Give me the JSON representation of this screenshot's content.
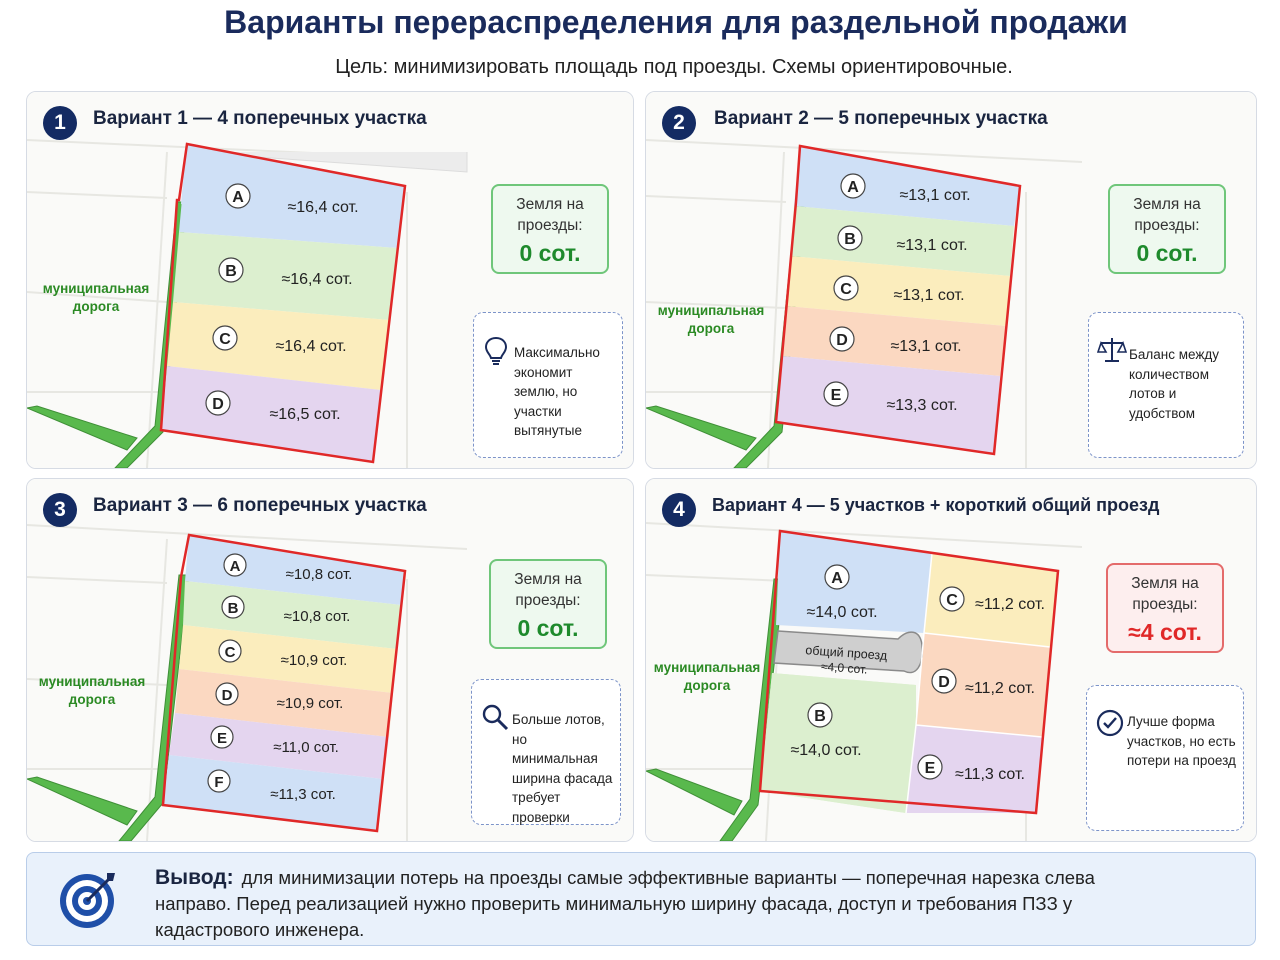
{
  "header": {
    "title": "Варианты перераспределения для раздельной продажи",
    "subtitle": "Цель: минимизировать площадь под проезды. Схемы ориентировочные."
  },
  "colors": {
    "navy": "#142b63",
    "plot_blue": "#cfe0f6",
    "plot_green": "#dcefcf",
    "plot_yellow": "#fbedbd",
    "plot_orange": "#fbd8c1",
    "plot_purple": "#e4d5ef",
    "boundary_red": "#e02828",
    "road_green": "#59b94d",
    "stat_green": "#1e8a2c",
    "stat_red": "#e02828"
  },
  "road_label": "муниципальная дорога",
  "variants": [
    {
      "number": "1",
      "title": "Вариант 1 — 4 поперечных участка",
      "plots": [
        {
          "letter": "A",
          "area": "≈16,4 сот."
        },
        {
          "letter": "B",
          "area": "≈16,4 сот."
        },
        {
          "letter": "C",
          "area": "≈16,4 сот."
        },
        {
          "letter": "D",
          "area": "≈16,5 сот."
        }
      ],
      "road_land_label": "Земля на проезды:",
      "road_land_value": "0 сот.",
      "note_icon": "lightbulb-icon",
      "note": "Максимально экономит землю, но участки вытянутые"
    },
    {
      "number": "2",
      "title": "Вариант 2 — 5 поперечных участка",
      "plots": [
        {
          "letter": "A",
          "area": "≈13,1 сот."
        },
        {
          "letter": "B",
          "area": "≈13,1 сот."
        },
        {
          "letter": "C",
          "area": "≈13,1 сот."
        },
        {
          "letter": "D",
          "area": "≈13,1 сот."
        },
        {
          "letter": "E",
          "area": "≈13,3 сот."
        }
      ],
      "road_land_label": "Земля на проезды:",
      "road_land_value": "0 сот.",
      "note_icon": "scales-icon",
      "note": "Баланс между количеством лотов и удобством"
    },
    {
      "number": "3",
      "title": "Вариант 3 — 6 поперечных участка",
      "plots": [
        {
          "letter": "A",
          "area": "≈10,8 сот."
        },
        {
          "letter": "B",
          "area": "≈10,8 сот."
        },
        {
          "letter": "C",
          "area": "≈10,9 сот."
        },
        {
          "letter": "D",
          "area": "≈10,9 сот."
        },
        {
          "letter": "E",
          "area": "≈11,0 сот."
        },
        {
          "letter": "F",
          "area": "≈11,3 сот."
        }
      ],
      "road_land_label": "Земля на проезды:",
      "road_land_value": "0 сот.",
      "note_icon": "magnifier-icon",
      "note": "Больше лотов, но минимальная ширина фасада требует проверки"
    },
    {
      "number": "4",
      "title": "Вариант 4 — 5 участков + короткий общий проезд",
      "plots": [
        {
          "letter": "A",
          "area": "≈14,0 сот."
        },
        {
          "letter": "B",
          "area": "≈14,0 сот."
        },
        {
          "letter": "C",
          "area": "≈11,2 сот."
        },
        {
          "letter": "D",
          "area": "≈11,2 сот."
        },
        {
          "letter": "E",
          "area": "≈11,3 сот."
        }
      ],
      "shared_driveway": {
        "label": "общий проезд",
        "area": "≈4,0 сот."
      },
      "road_land_label": "Земля на проезды:",
      "road_land_value": "≈4 сот.",
      "note_icon": "check-circle-icon",
      "note": "Лучше форма участков, но есть потери на проезд"
    }
  ],
  "conclusion": {
    "label": "Вывод:",
    "text": "для минимизации потерь на проезды самые эффективные варианты — поперечная нарезка слева направо. Перед реализацией нужно проверить минимальную ширину фасада, доступ и требования ПЗЗ у кадастрового инженера.",
    "icon": "target-icon"
  }
}
